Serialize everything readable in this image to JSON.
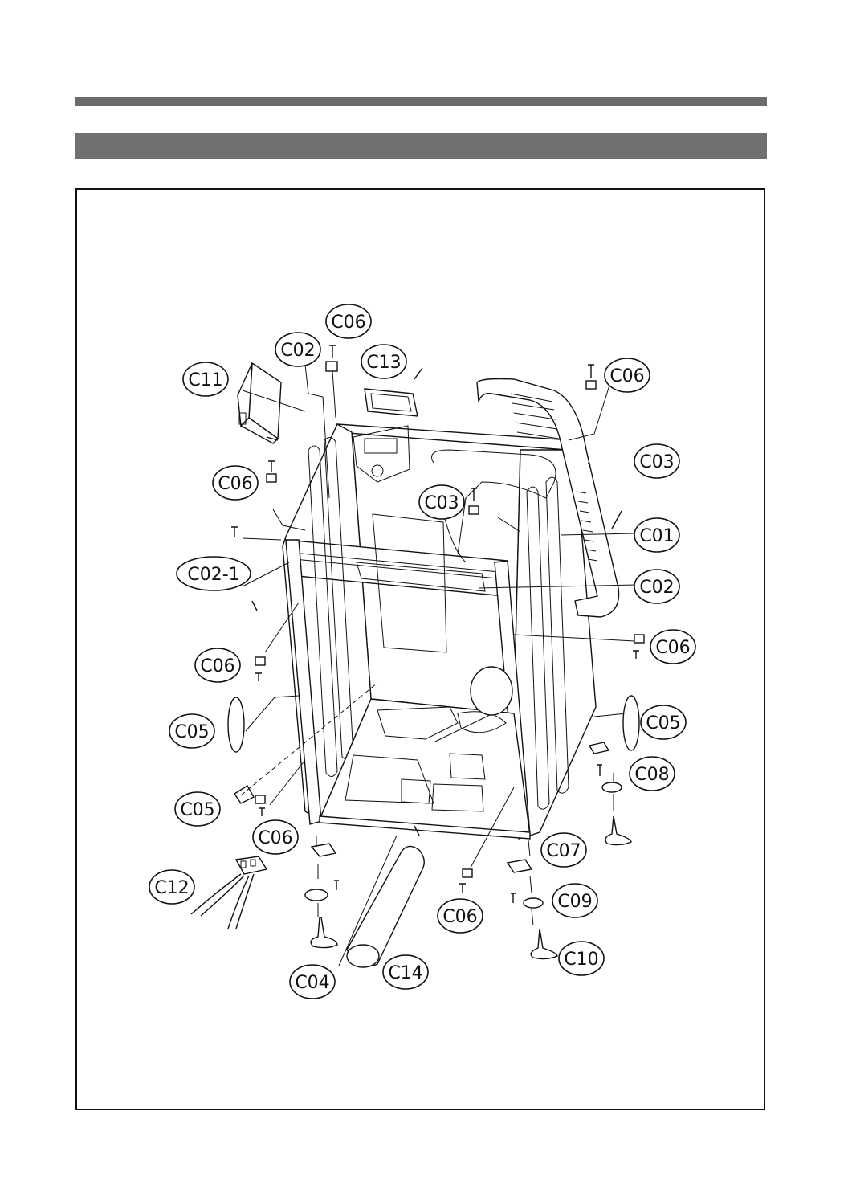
{
  "header": {
    "rule_color": "#6b6b6b",
    "bar_color": "#707070"
  },
  "labels": [
    {
      "id": "c06-top",
      "text": "C06"
    },
    {
      "id": "c02-top",
      "text": "C02"
    },
    {
      "id": "c13",
      "text": "C13"
    },
    {
      "id": "c06-top-right",
      "text": "C06"
    },
    {
      "id": "c11",
      "text": "C11"
    },
    {
      "id": "c03-right",
      "text": "C03"
    },
    {
      "id": "c06-left-upper",
      "text": "C06"
    },
    {
      "id": "c03-center",
      "text": "C03"
    },
    {
      "id": "c01",
      "text": "C01"
    },
    {
      "id": "c02-1",
      "text": "C02-1"
    },
    {
      "id": "c02-right",
      "text": "C02"
    },
    {
      "id": "c06-right-mid",
      "text": "C06"
    },
    {
      "id": "c06-left-mid",
      "text": "C06"
    },
    {
      "id": "c05-left",
      "text": "C05"
    },
    {
      "id": "c05-right",
      "text": "C05"
    },
    {
      "id": "c08",
      "text": "C08"
    },
    {
      "id": "c05-lower-left",
      "text": "C05"
    },
    {
      "id": "c06-lower-left",
      "text": "C06"
    },
    {
      "id": "c07",
      "text": "C07"
    },
    {
      "id": "c12",
      "text": "C12"
    },
    {
      "id": "c09",
      "text": "C09"
    },
    {
      "id": "c06-bottom",
      "text": "C06"
    },
    {
      "id": "c10",
      "text": "C10"
    },
    {
      "id": "c14",
      "text": "C14"
    },
    {
      "id": "c04",
      "text": "C04"
    }
  ]
}
